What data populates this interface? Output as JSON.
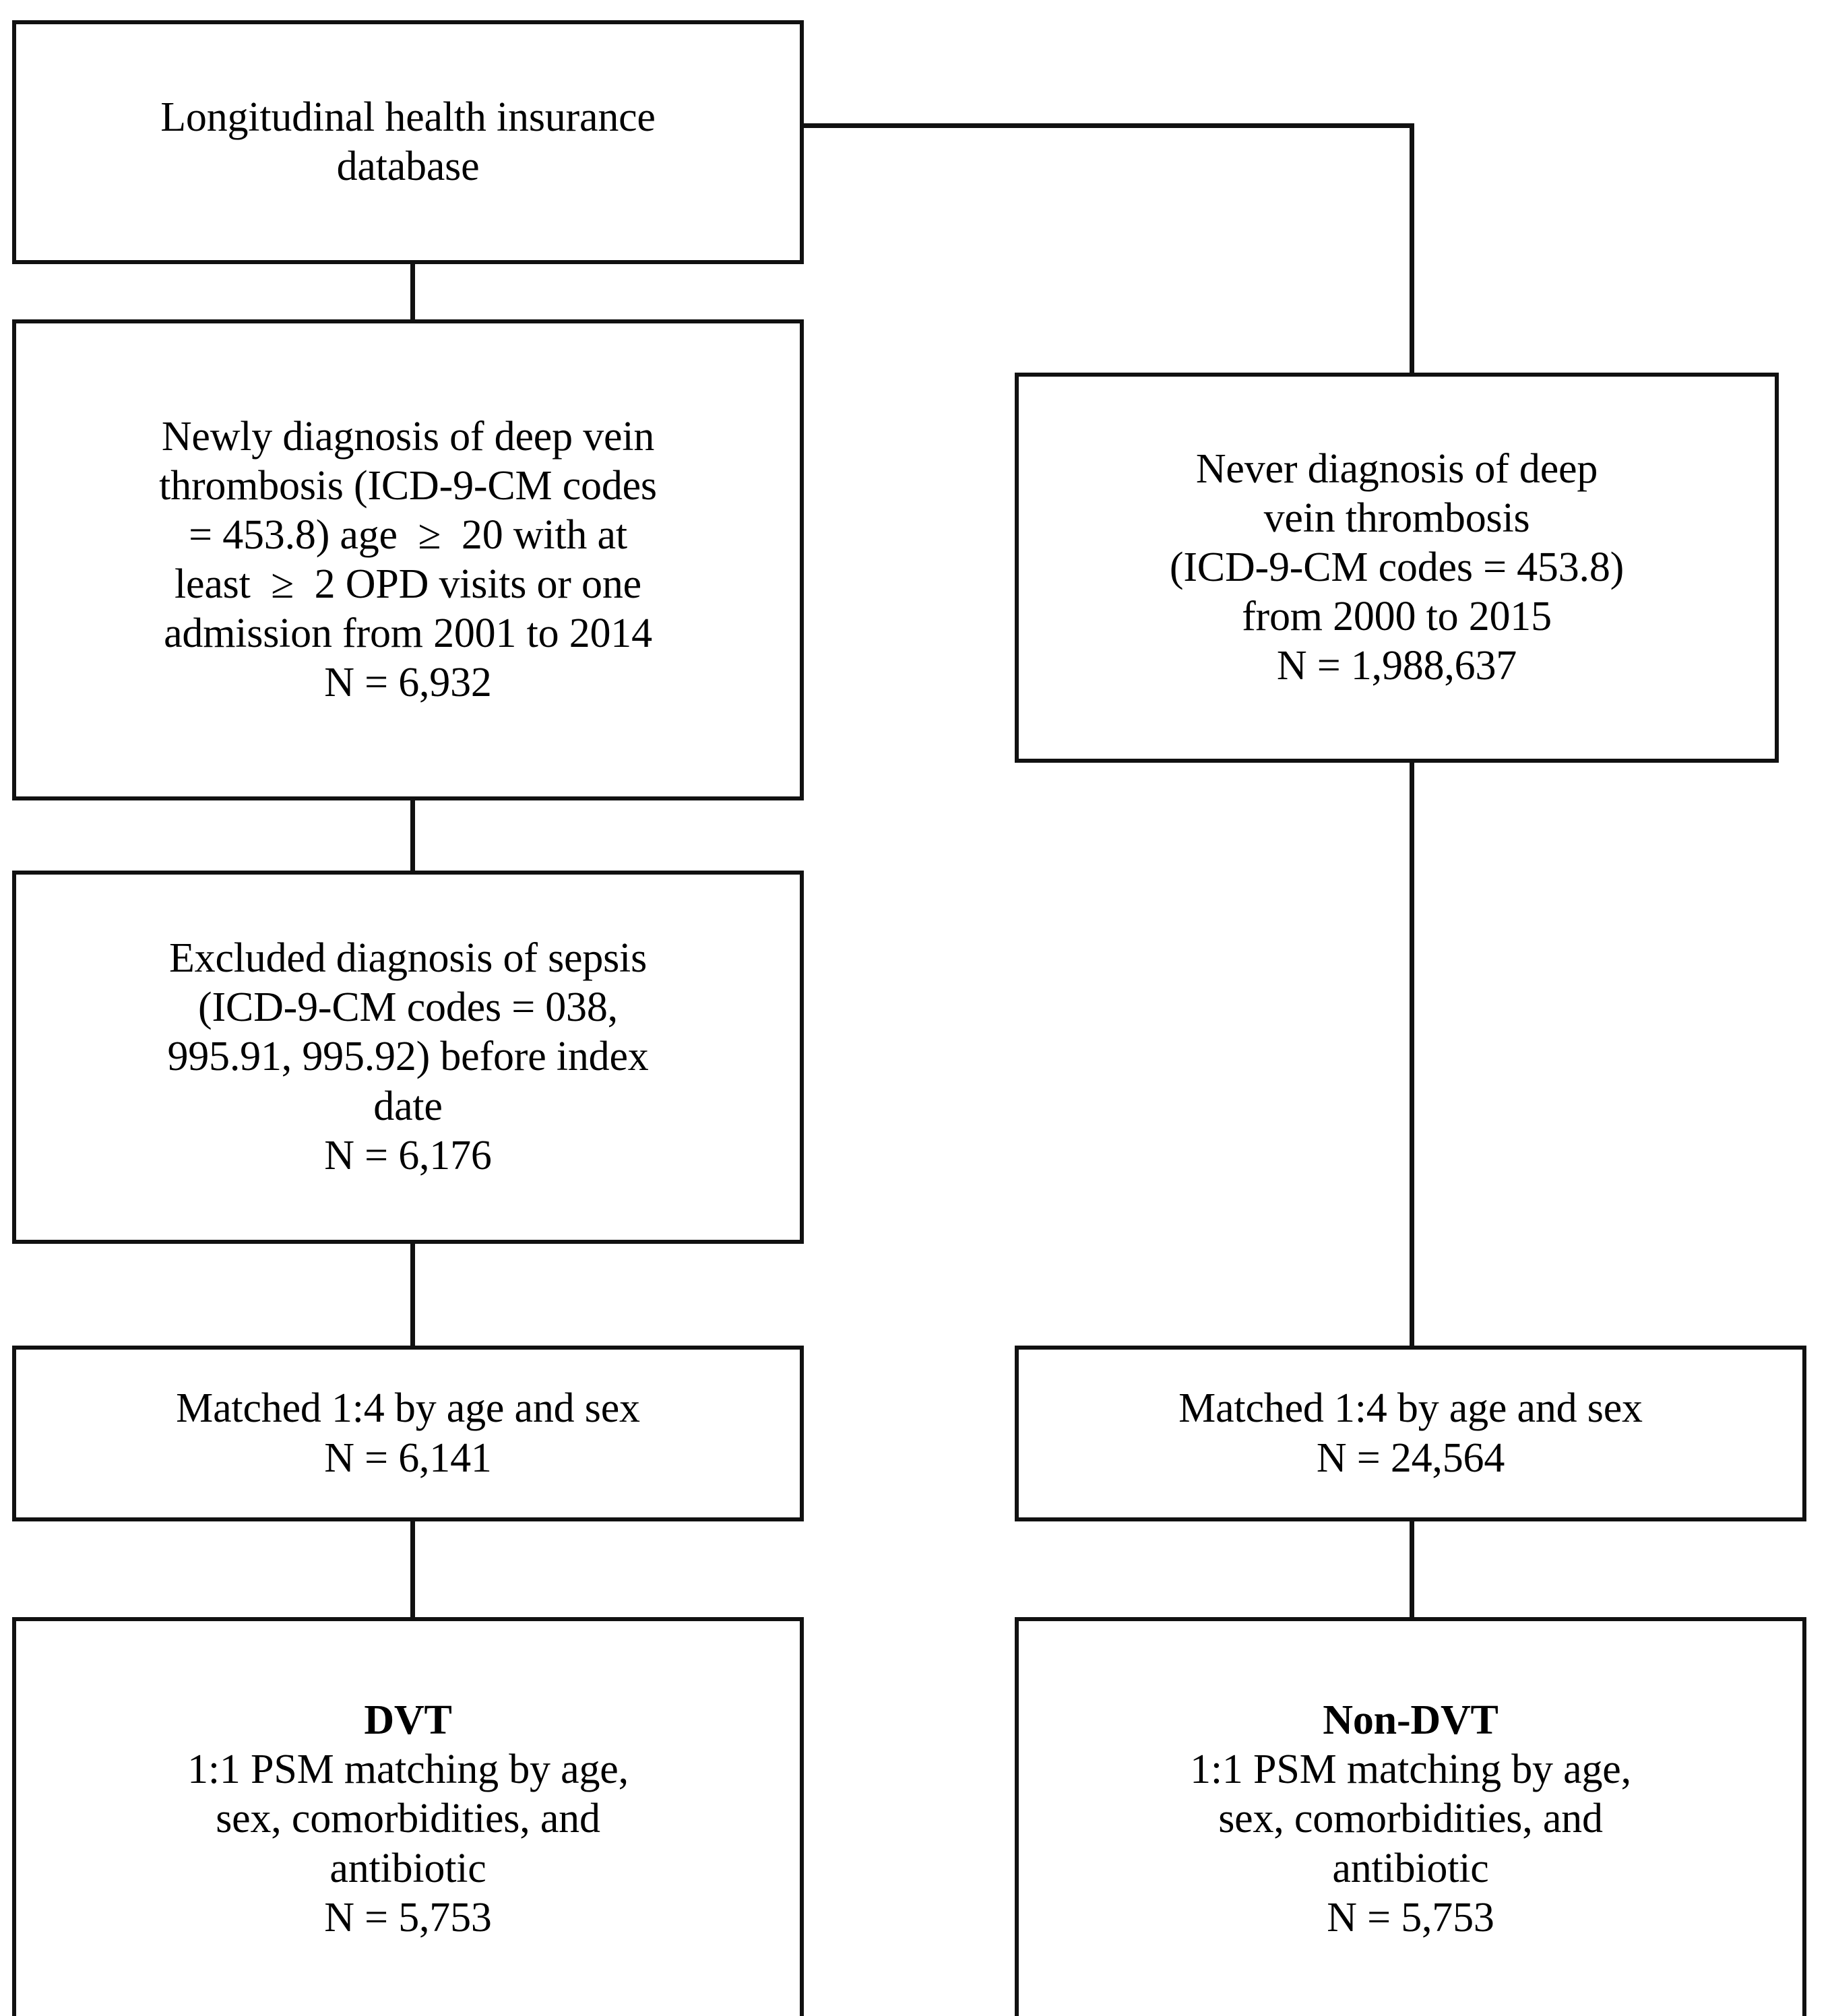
{
  "diagram": {
    "type": "flowchart",
    "title": "Study population selection flow diagram",
    "orientation": "top-down, two columns",
    "colors": {
      "box_border": "#111111",
      "box_fill": "#ffffff",
      "connector": "#111111",
      "text": "#000000"
    },
    "nodes": [
      {
        "id": "source-database",
        "name": "Longitudinal health insurance database",
        "lines": [
          {
            "text": "Longitudinal health insurance",
            "bold": false
          },
          {
            "text": "database",
            "bold": false
          }
        ]
      },
      {
        "id": "dvt-cohort",
        "name": "Newly diagnosis of deep vein thrombosis",
        "n_label": "N = 6,932",
        "n_value": 6932,
        "lines": [
          {
            "text": "Newly diagnosis of deep vein",
            "bold": false
          },
          {
            "text": "thrombosis (ICD-9-CM codes",
            "bold": false
          },
          {
            "text": "= 453.8) age  ≥  20 with at",
            "bold": false
          },
          {
            "text": "least  ≥  2 OPD visits or one",
            "bold": false
          },
          {
            "text": "admission from 2001 to 2014",
            "bold": false
          },
          {
            "text": "N = 6,932",
            "bold": false
          }
        ]
      },
      {
        "id": "non-dvt-cohort",
        "name": "Never diagnosis of deep vein thrombosis",
        "n_label": "N = 1,988,637",
        "n_value": 1988637,
        "lines": [
          {
            "text": "Never diagnosis of deep",
            "bold": false
          },
          {
            "text": "vein thrombosis",
            "bold": false
          },
          {
            "text": "(ICD-9-CM codes = 453.8)",
            "bold": false
          },
          {
            "text": "from 2000 to 2015",
            "bold": false
          },
          {
            "text": "N = 1,988,637",
            "bold": false
          }
        ]
      },
      {
        "id": "sepsis-exclusion",
        "name": "Excluded diagnosis of sepsis",
        "n_label": "N = 6,176",
        "n_value": 6176,
        "lines": [
          {
            "text": "Excluded diagnosis of sepsis",
            "bold": false
          },
          {
            "text": "(ICD-9-CM codes = 038,",
            "bold": false
          },
          {
            "text": "995.91, 995.92) before index",
            "bold": false
          },
          {
            "text": "date",
            "bold": false
          },
          {
            "text": "N = 6,176",
            "bold": false
          }
        ]
      },
      {
        "id": "matched-left",
        "name": "Matched 1:4 by age and sex (DVT side)",
        "n_label": "N = 6,141",
        "n_value": 6141,
        "lines": [
          {
            "text": "Matched 1:4 by age and sex",
            "bold": false
          },
          {
            "text": "N = 6,141",
            "bold": false
          }
        ]
      },
      {
        "id": "matched-right",
        "name": "Matched 1:4 by age and sex (Non-DVT side)",
        "n_label": "N = 24,564",
        "n_value": 24564,
        "lines": [
          {
            "text": "Matched 1:4 by age and sex",
            "bold": false
          },
          {
            "text": "N = 24,564",
            "bold": false
          }
        ]
      },
      {
        "id": "dvt-final",
        "name": "DVT final cohort",
        "n_label": "N = 5,753",
        "n_value": 5753,
        "lines": [
          {
            "text": "DVT",
            "bold": true
          },
          {
            "text": "1:1 PSM matching by age,",
            "bold": false
          },
          {
            "text": "sex, comorbidities, and",
            "bold": false
          },
          {
            "text": "antibiotic",
            "bold": false
          },
          {
            "text": "N = 5,753",
            "bold": false
          }
        ]
      },
      {
        "id": "non-dvt-final",
        "name": "Non-DVT final cohort",
        "n_label": "N = 5,753",
        "n_value": 5753,
        "lines": [
          {
            "text": "Non-DVT",
            "bold": true
          },
          {
            "text": "1:1 PSM matching by age,",
            "bold": false
          },
          {
            "text": "sex, comorbidities, and",
            "bold": false
          },
          {
            "text": "antibiotic",
            "bold": false
          },
          {
            "text": "N = 5,753",
            "bold": false
          }
        ]
      }
    ],
    "edges": [
      {
        "from": "source-database",
        "to": "dvt-cohort",
        "style": "straight-vertical"
      },
      {
        "from": "source-database",
        "to": "non-dvt-cohort",
        "style": "elbow-right"
      },
      {
        "from": "dvt-cohort",
        "to": "sepsis-exclusion",
        "style": "straight-vertical"
      },
      {
        "from": "sepsis-exclusion",
        "to": "matched-left",
        "style": "straight-vertical"
      },
      {
        "from": "non-dvt-cohort",
        "to": "matched-right",
        "style": "straight-vertical"
      },
      {
        "from": "matched-left",
        "to": "dvt-final",
        "style": "straight-vertical"
      },
      {
        "from": "matched-right",
        "to": "non-dvt-final",
        "style": "straight-vertical"
      }
    ]
  }
}
